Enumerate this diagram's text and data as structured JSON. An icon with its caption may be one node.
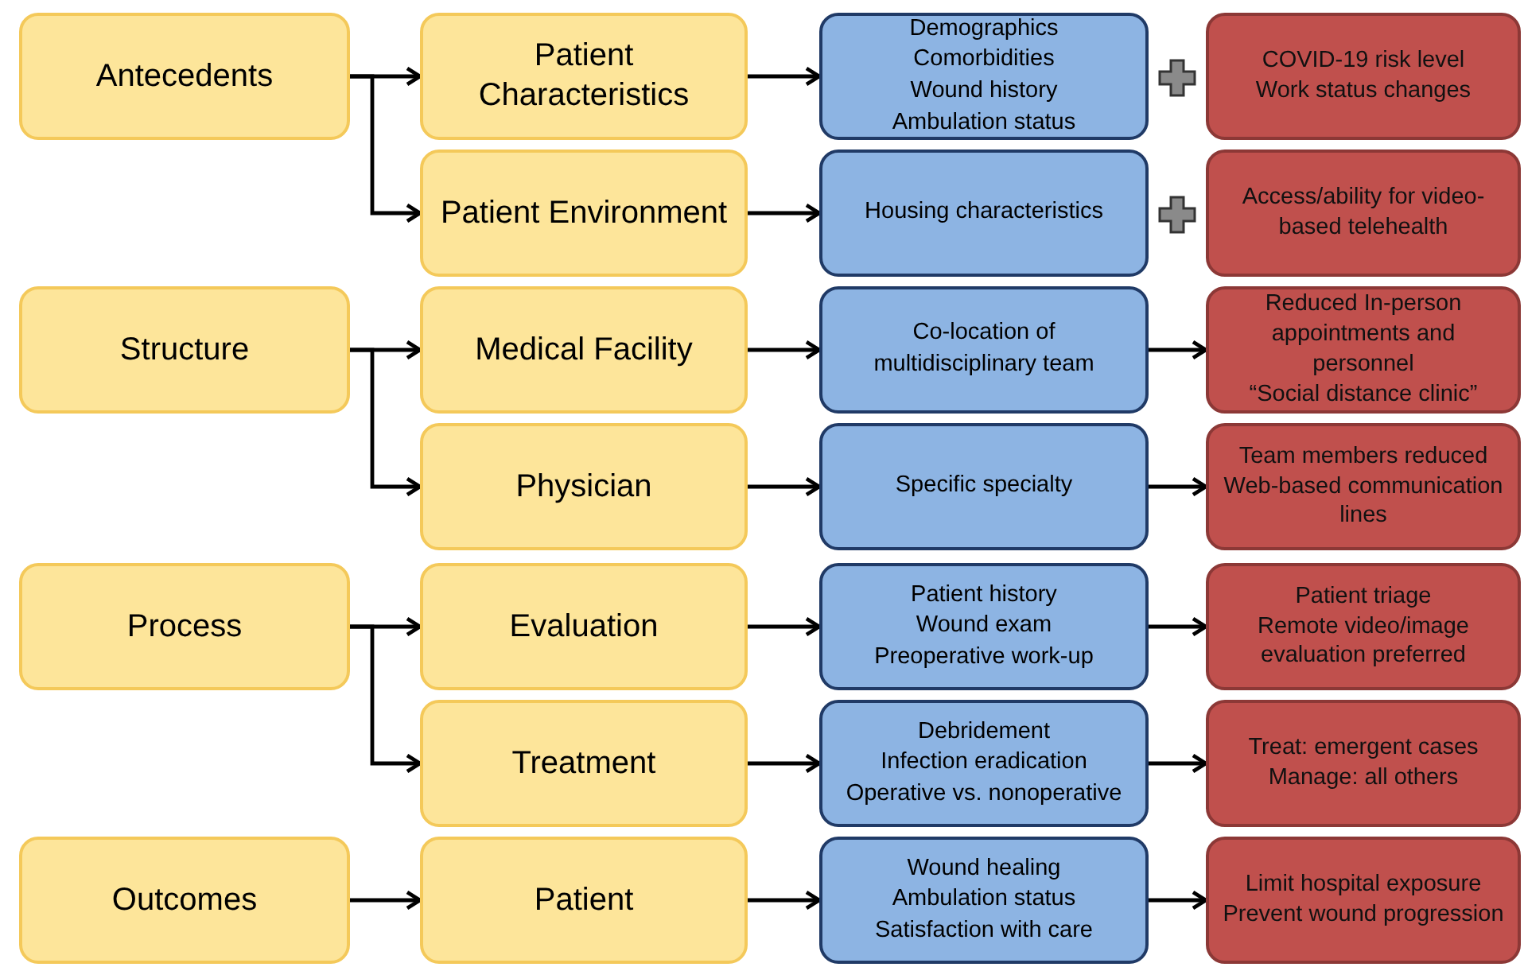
{
  "diagram": {
    "nodes": [
      {
        "text": [
          "Antecedents"
        ]
      },
      {
        "text": [
          "Patient Characteristics"
        ]
      },
      {
        "text": [
          "Demographics",
          "Comorbidities",
          "Wound history",
          "Ambulation status"
        ]
      },
      {
        "text": [
          "COVID-19 risk level",
          "Work status changes"
        ]
      },
      {
        "text": [
          "Patient Environment"
        ]
      },
      {
        "text": [
          "Housing characteristics"
        ]
      },
      {
        "text": [
          "Access/ability for video-based telehealth"
        ]
      },
      {
        "text": [
          "Structure"
        ]
      },
      {
        "text": [
          "Medical Facility"
        ]
      },
      {
        "text": [
          "Co-location of multidisciplinary team"
        ]
      },
      {
        "text": [
          "Reduced In-person appointments and personnel",
          "“Social distance clinic”"
        ]
      },
      {
        "text": [
          "Physician"
        ]
      },
      {
        "text": [
          "Specific specialty"
        ]
      },
      {
        "text": [
          "Team members reduced",
          "Web-based communication lines"
        ]
      },
      {
        "text": [
          "Process"
        ]
      },
      {
        "text": [
          "Evaluation"
        ]
      },
      {
        "text": [
          "Patient history",
          "Wound exam",
          "Preoperative work-up"
        ]
      },
      {
        "text": [
          "Patient triage",
          "Remote video/image evaluation preferred"
        ]
      },
      {
        "text": [
          "Treatment"
        ]
      },
      {
        "text": [
          "Debridement",
          "Infection eradication",
          "Operative vs. nonoperative"
        ]
      },
      {
        "text": [
          "Treat: emergent cases",
          "Manage: all others"
        ]
      },
      {
        "text": [
          "Outcomes"
        ]
      },
      {
        "text": [
          "Patient"
        ]
      },
      {
        "text": [
          "Wound healing",
          "Ambulation status",
          "Satisfaction with care"
        ]
      },
      {
        "text": [
          "Limit hospital exposure",
          "Prevent wound progression"
        ]
      }
    ],
    "edges": [
      {
        "from": 0,
        "to": 1,
        "arrow": "to"
      },
      {
        "from": 0,
        "to": 4,
        "arrow": "to"
      },
      {
        "from": 1,
        "to": 2,
        "arrow": "to"
      },
      {
        "from": 4,
        "to": 5,
        "arrow": "to"
      },
      {
        "from": 7,
        "to": 8,
        "arrow": "to"
      },
      {
        "from": 7,
        "to": 11,
        "arrow": "to"
      },
      {
        "from": 8,
        "to": 9,
        "arrow": "to"
      },
      {
        "from": 9,
        "to": 10,
        "arrow": "to"
      },
      {
        "from": 11,
        "to": 12,
        "arrow": "to"
      },
      {
        "from": 12,
        "to": 13,
        "arrow": "to"
      },
      {
        "from": 14,
        "to": 15,
        "arrow": "to"
      },
      {
        "from": 14,
        "to": 18,
        "arrow": "to"
      },
      {
        "from": 15,
        "to": 16,
        "arrow": "to"
      },
      {
        "from": 16,
        "to": 17,
        "arrow": "to"
      },
      {
        "from": 18,
        "to": 19,
        "arrow": "to"
      },
      {
        "from": 19,
        "to": 20,
        "arrow": "to"
      },
      {
        "from": 21,
        "to": 22,
        "arrow": "to"
      },
      {
        "from": 22,
        "to": 23,
        "arrow": "to"
      },
      {
        "from": 23,
        "to": 24,
        "arrow": "to"
      }
    ]
  }
}
